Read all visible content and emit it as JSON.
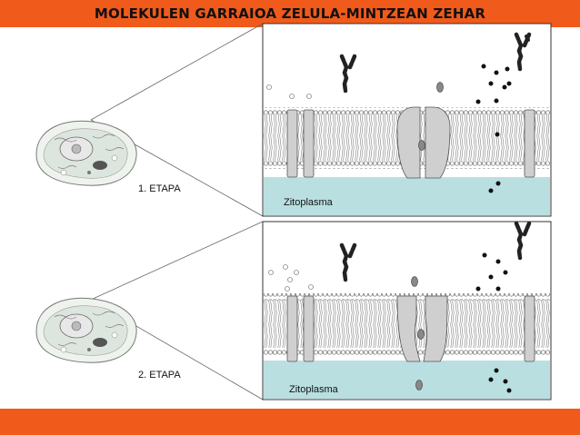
{
  "header": {
    "title": "MOLEKULEN GARRAIOA ZELULA-MINTZEAN ZEHAR"
  },
  "stages": [
    {
      "label": "1. ETAPA",
      "cytoplasm_label": "Zitoplasma"
    },
    {
      "label": "2. ETAPA",
      "cytoplasm_label": "Zitoplasma"
    }
  ],
  "colors": {
    "accent": "#f05a1a",
    "cytoplasm": "#b9dfe0",
    "protein": "#cfcfcf"
  }
}
